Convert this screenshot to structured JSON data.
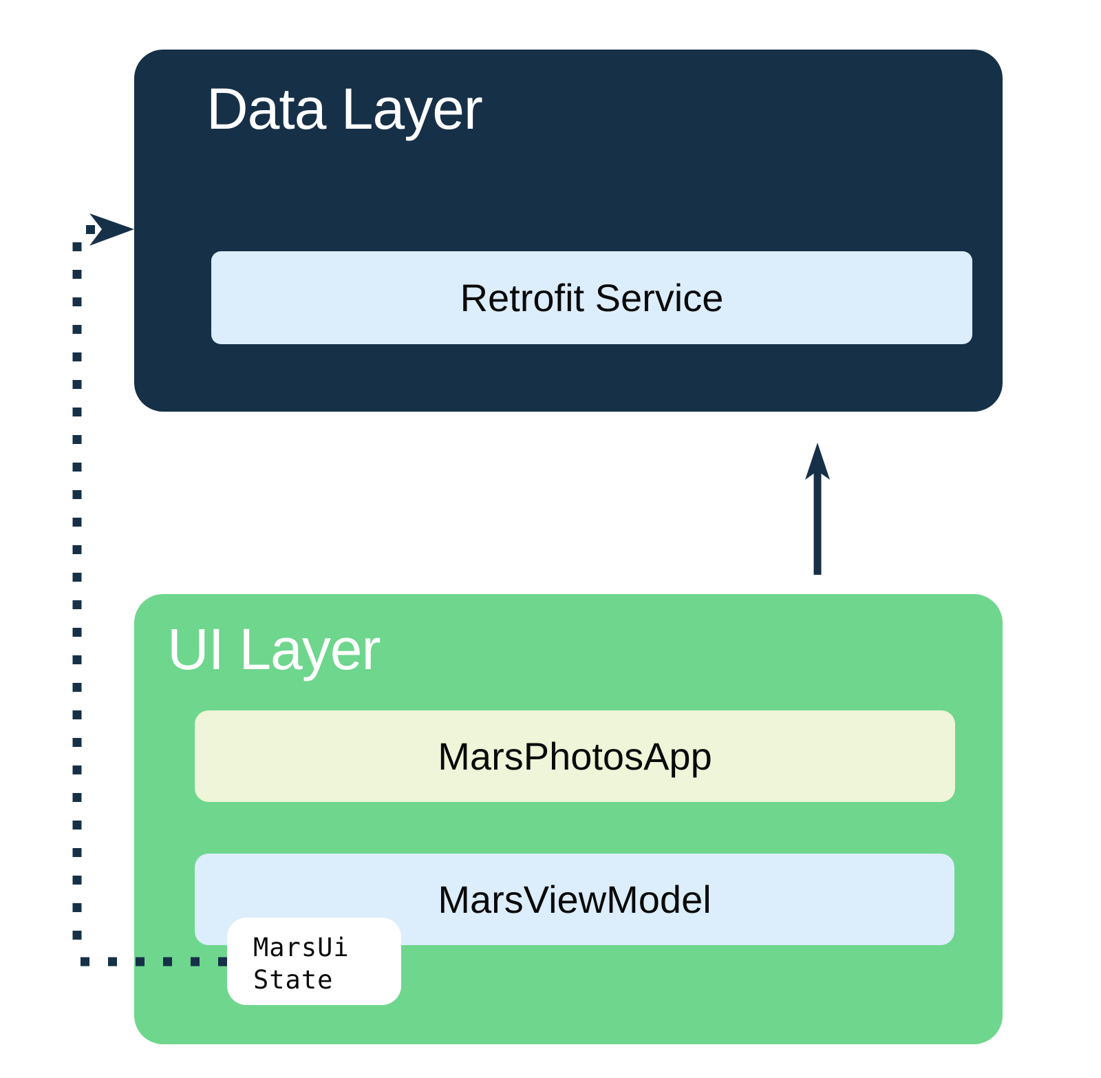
{
  "colors": {
    "navy": "#163048",
    "green": "#6ED68D",
    "light-blue": "#DCEDFB",
    "pale-yellow": "#EEF5D8",
    "white": "#FFFFFF",
    "text-dark": "#0A0A0A",
    "text-light": "#FFFFFF"
  },
  "data_layer": {
    "title": "Data Layer",
    "items": [
      {
        "label": "Retrofit Service"
      }
    ]
  },
  "ui_layer": {
    "title": "UI Layer",
    "items": [
      {
        "label": "MarsPhotosApp"
      },
      {
        "label": "MarsViewModel"
      }
    ],
    "state": {
      "line1": "MarsUi",
      "line2": "State"
    }
  },
  "arrows": [
    {
      "name": "ui-layer-to-data-layer",
      "style": "solid",
      "direction": "up"
    },
    {
      "name": "mars-ui-state-to-data-layer",
      "style": "dotted",
      "direction": "left-then-up-then-right"
    }
  ]
}
